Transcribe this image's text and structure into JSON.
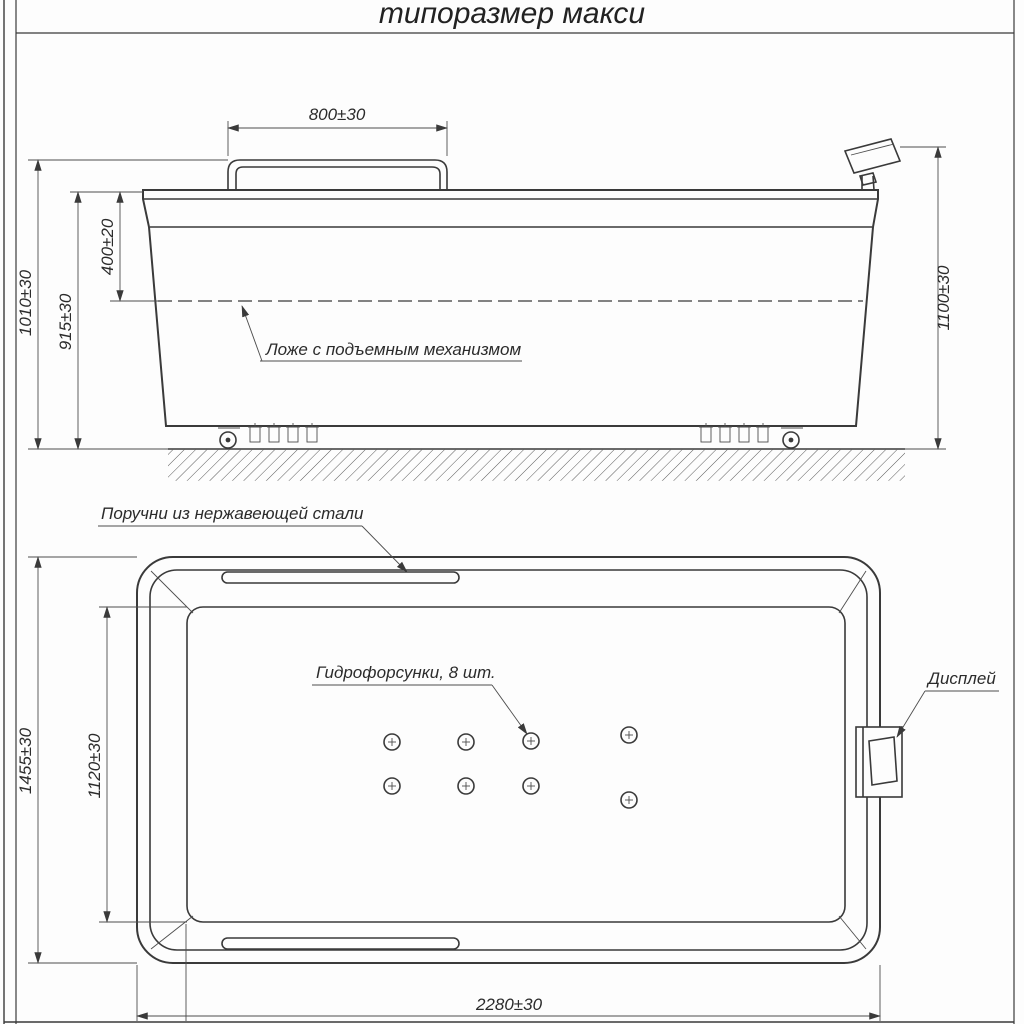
{
  "title": "типоразмер макси",
  "side_view": {
    "dim_handle_width": "800±30",
    "dim_bed_depth": "400±20",
    "dim_total_height": "1010±30",
    "dim_rim_height": "915±30",
    "dim_display_height": "1100±30",
    "bed_label": "Ложе с подъемным механизмом"
  },
  "plan_view": {
    "handrails_label": "Поручни из нержавеющей стали",
    "jets_label": "Гидрофорсунки, 8 шт.",
    "display_label": "Дисплей",
    "dim_outer_width": "1455±30",
    "dim_inner_width": "1120±30",
    "dim_length": "2280±30"
  },
  "colors": {
    "line": "#3a3a3a",
    "dim": "#4d4d4d",
    "paper": "#fdfdfd"
  }
}
